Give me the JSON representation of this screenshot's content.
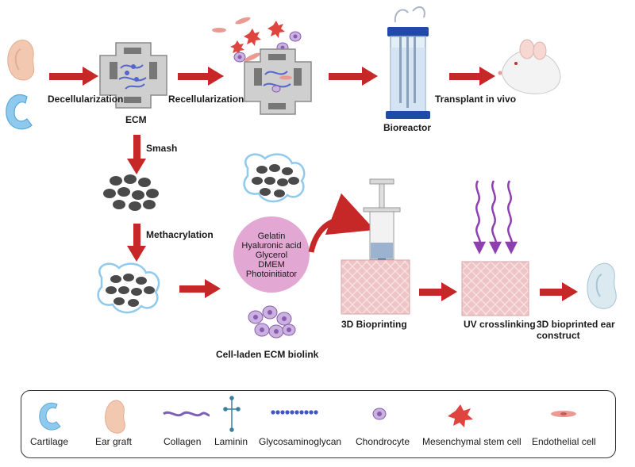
{
  "steps": {
    "decellularization": "Decellularization",
    "recellularization": "Recellularization",
    "ecm": "ECM",
    "bioreactor": "Bioreactor",
    "transplant": "Transplant in vivo",
    "smash": "Smash",
    "methacrylation": "Methacrylation",
    "bioprinting": "3D Bioprinting",
    "uv": "UV crosslinking",
    "construct_line1": "3D bioprinted ear",
    "construct_line2": "construct",
    "biolink": "Cell-laden ECM biolink"
  },
  "mix": [
    "Gelatin",
    "Hyaluronic acid",
    "Glycerol",
    "DMEM",
    "Photoinitiator"
  ],
  "legend": [
    {
      "label": "Cartilage",
      "icon": "cartilage-icon"
    },
    {
      "label": "Ear graft",
      "icon": "ear-graft-icon"
    },
    {
      "label": "Collagen",
      "icon": "collagen-icon"
    },
    {
      "label": "Laminin",
      "icon": "laminin-icon"
    },
    {
      "label": "Glycosaminoglycan",
      "icon": "glycosaminoglycan-icon"
    },
    {
      "label": "Chondrocyte",
      "icon": "chondrocyte-icon"
    },
    {
      "label": "Mesenchymal stem cell",
      "icon": "mesenchymal-stem-cell-icon"
    },
    {
      "label": "Endothelial cell",
      "icon": "endothelial-cell-icon"
    }
  ],
  "colors": {
    "arrow": "#c62828",
    "cartilage": "#8fc9ee",
    "ear_graft": "#f2c9b0",
    "collagen": "#7b61b8",
    "chondrocyte": "#8a5bb0",
    "msc": "#e0443f",
    "uv": "#8e3fb0",
    "scaffold": "#e8b4b8"
  }
}
